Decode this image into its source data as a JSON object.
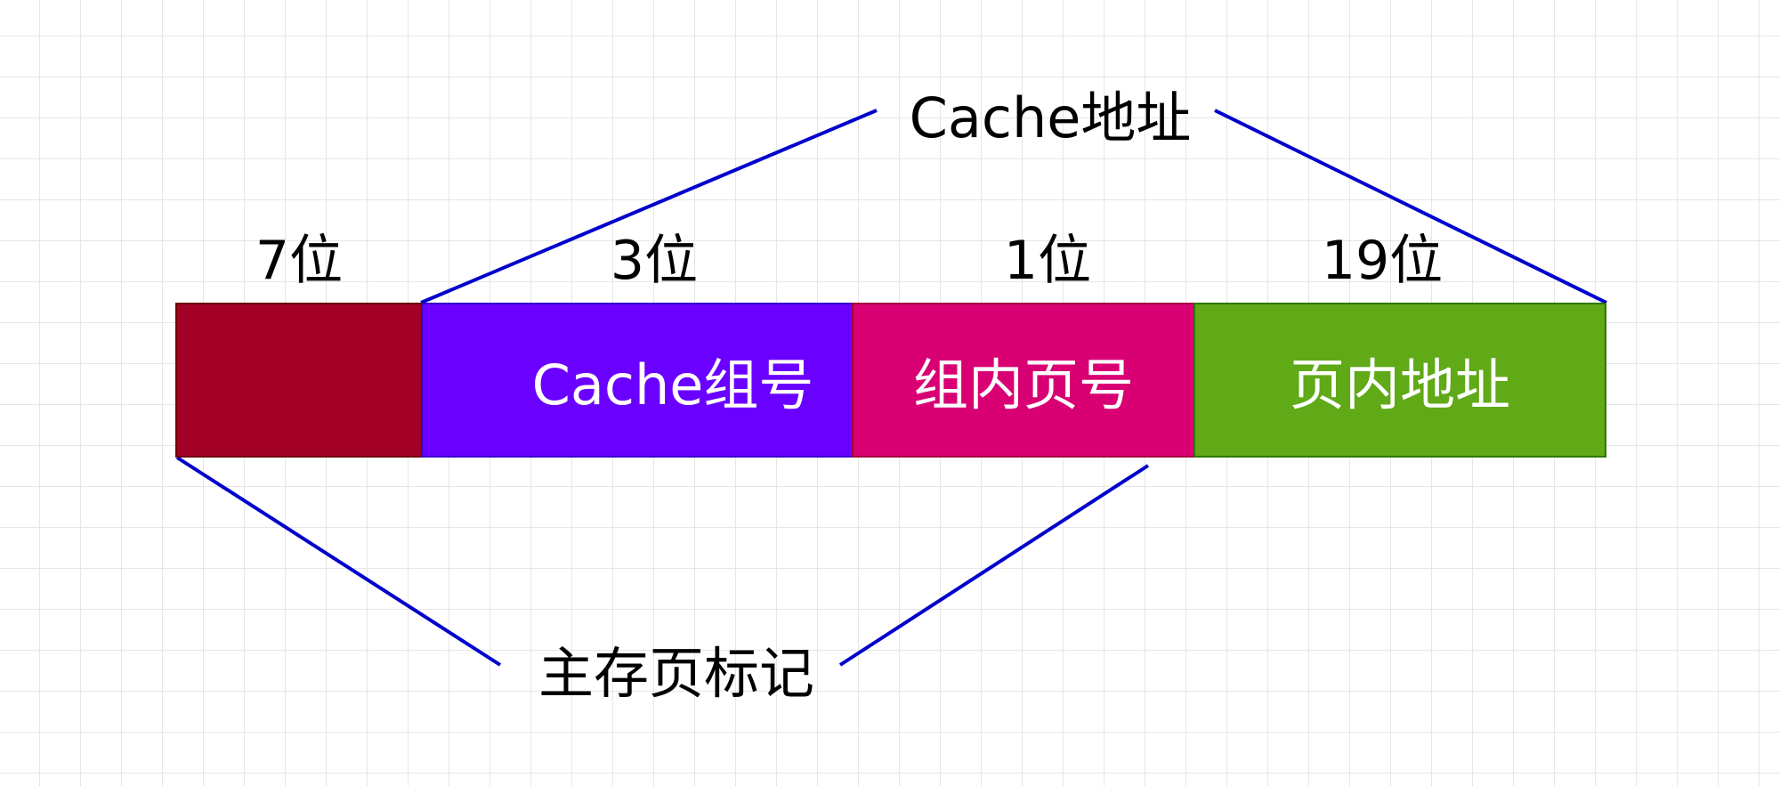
{
  "diagram": {
    "segments": [
      {
        "key": "tag",
        "label": "",
        "bits": "7位",
        "color": "#a20025"
      },
      {
        "key": "group",
        "label": "Cache组号",
        "bits": "3位",
        "color": "#6a00ff"
      },
      {
        "key": "page",
        "label": "组内页号",
        "bits": "1位",
        "color": "#d80073"
      },
      {
        "key": "offset",
        "label": "页内地址",
        "bits": "19位",
        "color": "#60a917"
      }
    ],
    "cache_address_label": "Cache地址",
    "main_memory_tag_label": "主存页标记",
    "line_color": "#0000cc"
  }
}
